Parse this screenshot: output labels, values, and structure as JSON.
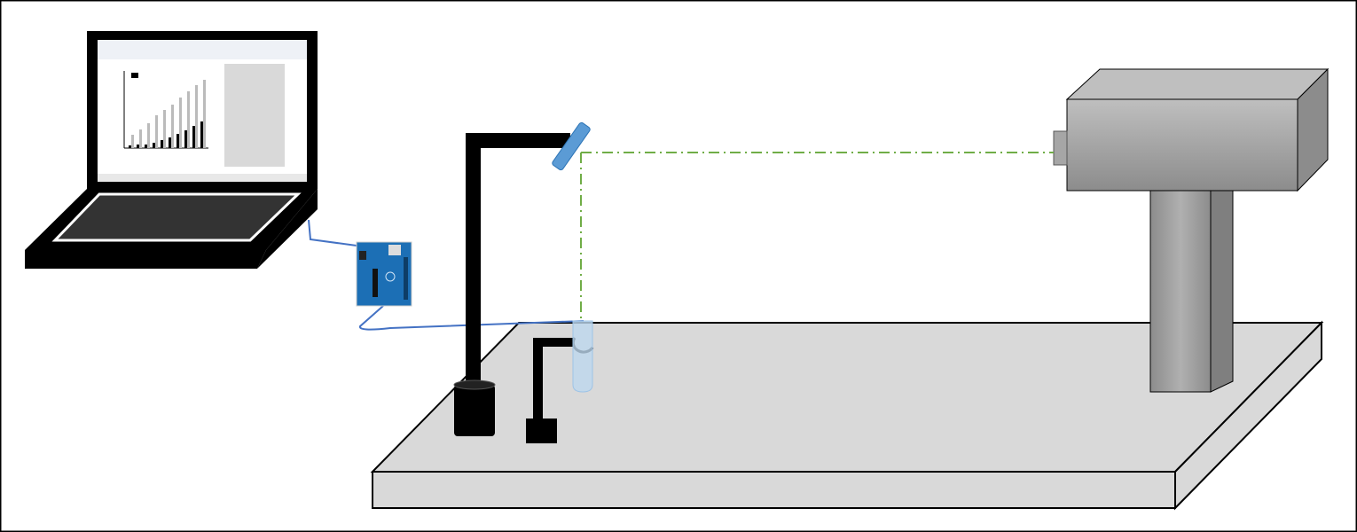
{
  "colors": {
    "outline": "#000000",
    "platform": "#d9d9d9",
    "laser_beam": "#70ad47",
    "mirror": "#5b9bd5",
    "test_tube": "#bdd7ee",
    "arduino_board": "#1c6fb5",
    "cable": "#4472c4",
    "device_body": "#a6a6a6"
  },
  "components": [
    {
      "id": "laptop",
      "icon": "laptop-icon"
    },
    {
      "id": "arduino",
      "icon": "arduino-board-icon"
    },
    {
      "id": "stand",
      "icon": "retort-stand-icon"
    },
    {
      "id": "mirror",
      "icon": "mirror-icon"
    },
    {
      "id": "test-tube",
      "icon": "test-tube-icon"
    },
    {
      "id": "sensor-holder",
      "icon": "holder-icon"
    },
    {
      "id": "laser-source",
      "icon": "laser-device-icon"
    },
    {
      "id": "platform",
      "icon": "platform-icon"
    }
  ]
}
